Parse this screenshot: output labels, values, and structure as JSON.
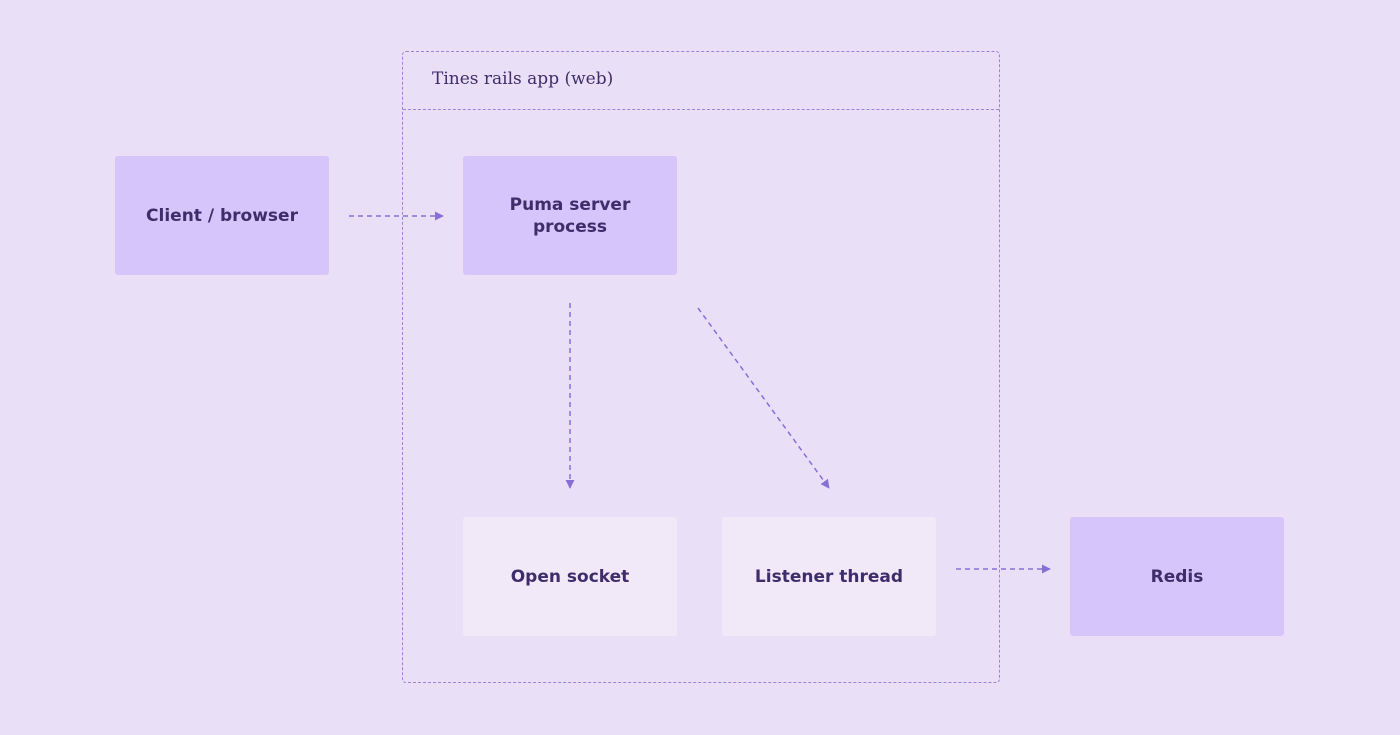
{
  "diagram": {
    "container": {
      "title": "Tines rails app (web)"
    },
    "nodes": {
      "client": "Client / browser",
      "puma_line1": "Puma server",
      "puma_line2": "process",
      "socket": "Open socket",
      "listener": "Listener thread",
      "redis": "Redis"
    },
    "colors": {
      "background": "#e9dff7",
      "primary_node": "#d6c5fa",
      "light_node": "#f1e9f8",
      "text": "#3e2d6b",
      "connector": "#8670d6"
    },
    "edges": [
      {
        "from": "Client / browser",
        "to": "Puma server process"
      },
      {
        "from": "Puma server process",
        "to": "Open socket"
      },
      {
        "from": "Puma server process",
        "to": "Listener thread"
      },
      {
        "from": "Listener thread",
        "to": "Redis"
      }
    ]
  }
}
